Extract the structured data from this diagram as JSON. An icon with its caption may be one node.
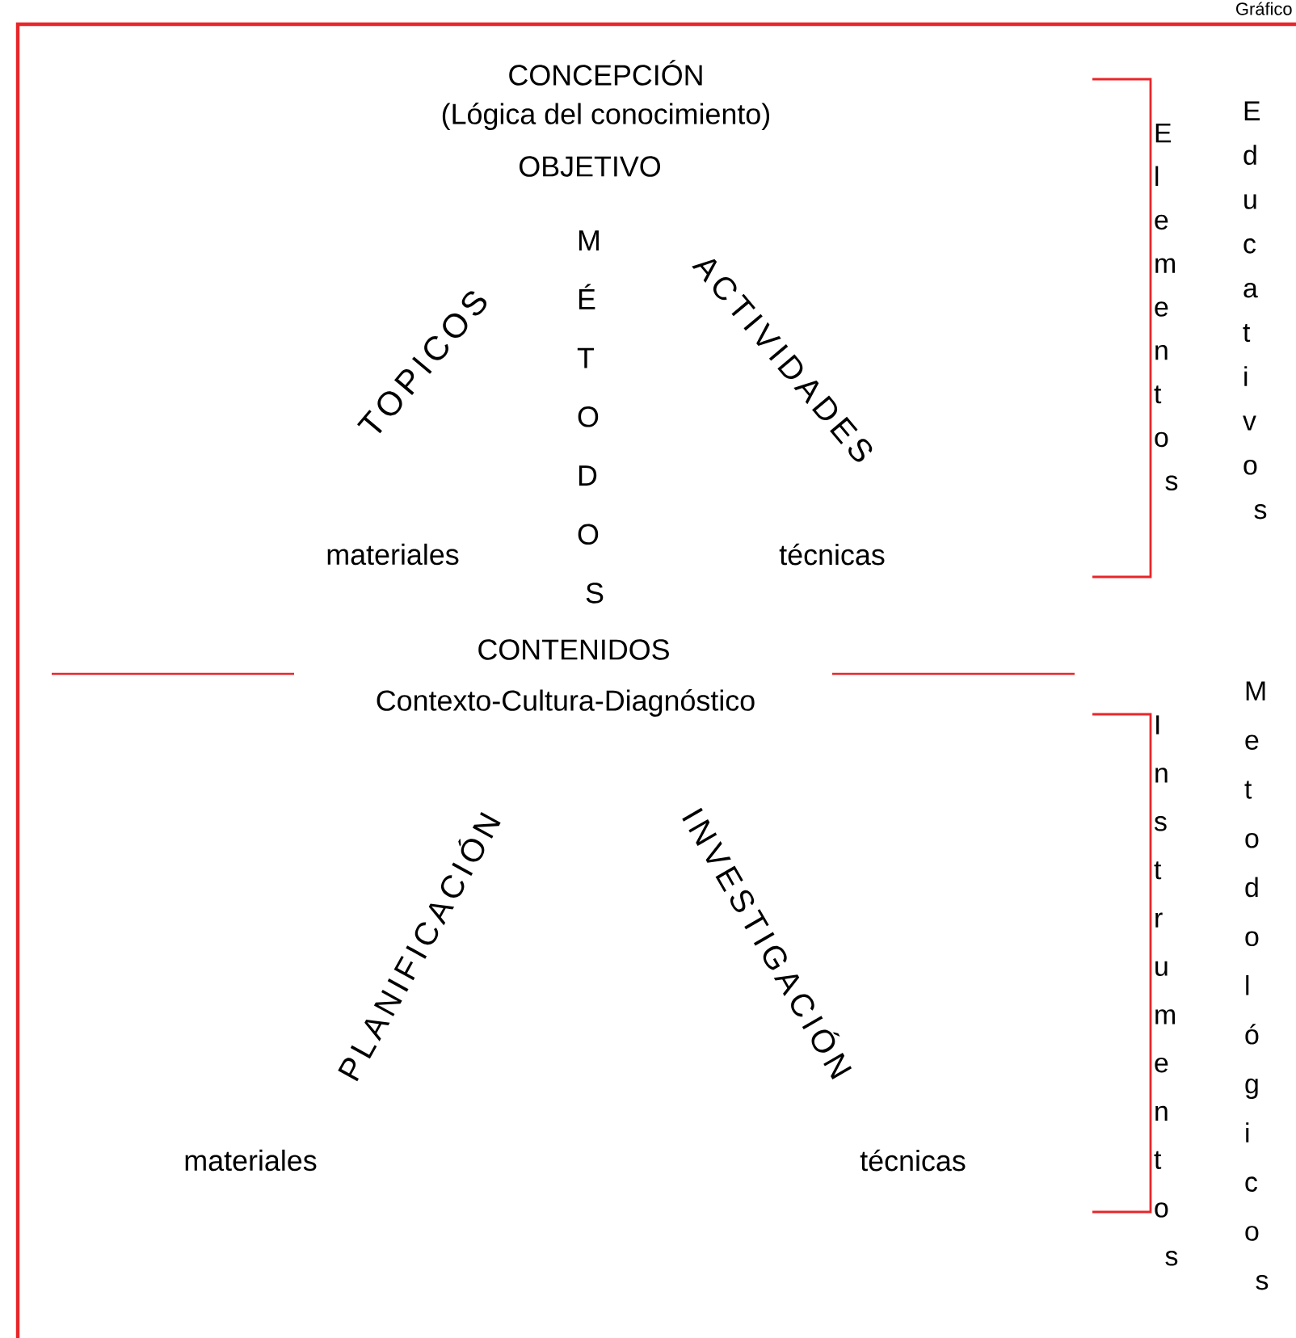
{
  "diagram": {
    "labels": [
      "Gráfico",
      "CONCEPCIÓN",
      "(Lógica del conocimiento)",
      "OBJETIVO",
      "TOPICOS",
      "MÉTODOS",
      "ACTIVIDADES",
      "Elementos",
      "Educativos",
      "materiales",
      "técnicas",
      "CONTENIDOS",
      "Metodológicos",
      "Contexto-Cultura-Diagnóstico",
      "Instrumentos",
      "PLANIFICACIÓN",
      "INVESTIGACIÓN",
      "materiales",
      "técnicas"
    ]
  }
}
